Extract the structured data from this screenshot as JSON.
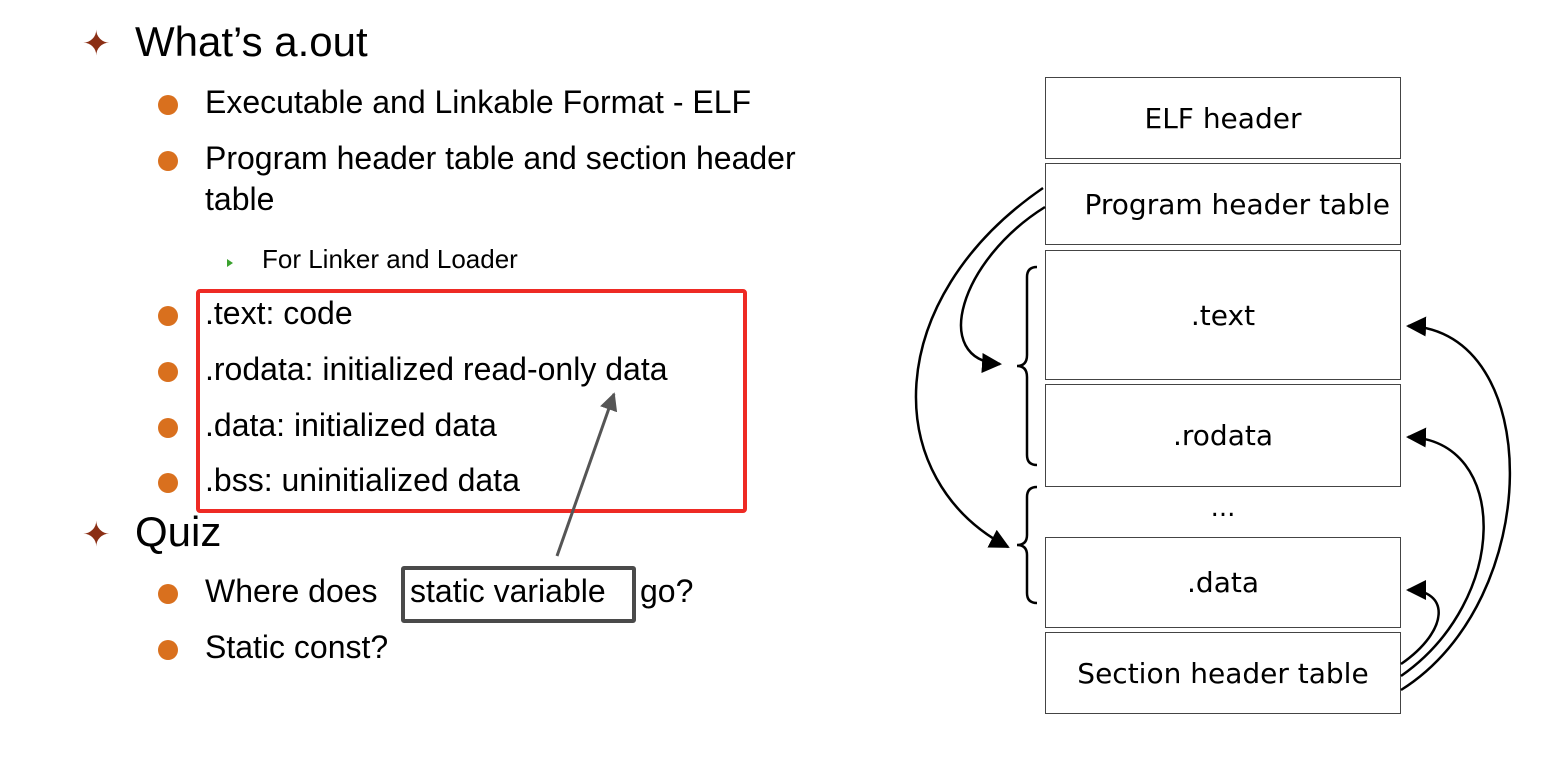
{
  "slide": {
    "heading1": "What’s a.out",
    "bullets1": [
      "Executable and Linkable Format - ELF",
      "Program header table and section header",
      "table"
    ],
    "sub_bullet": "For Linker and Loader",
    "sections": [
      ".text: code",
      ".rodata: initialized read-only data",
      ".data: initialized data",
      ".bss: uninitialized data"
    ],
    "heading2": "Quiz",
    "quiz": {
      "q1_before": "Where does",
      "q1_highlight": "static variable",
      "q1_after": "go?",
      "q2": "Static const?"
    }
  },
  "diagram": {
    "cells": [
      "ELF header",
      "Program header table",
      ".text",
      ".rodata",
      "...",
      ".data",
      "Section header table"
    ]
  },
  "colors": {
    "star": "#8b2f15",
    "bullet": "#d9701e",
    "sub_bullet": "#3aa12e",
    "highlight_box": "#ee2a24",
    "callout_box": "#4a4a4a"
  }
}
